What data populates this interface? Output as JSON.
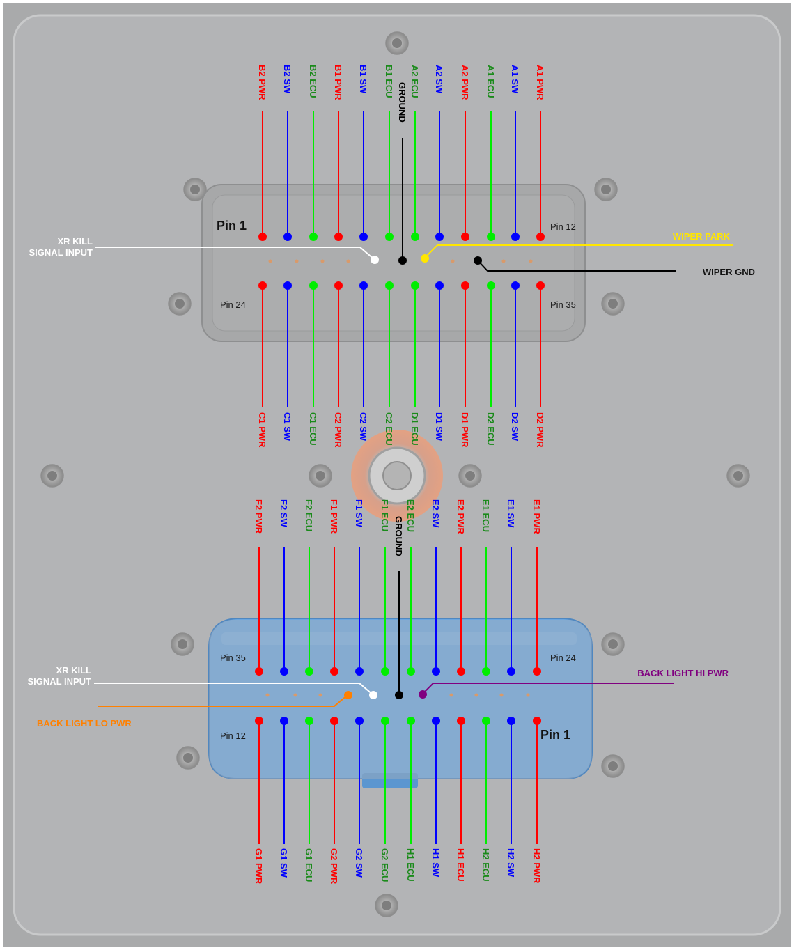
{
  "colors": {
    "pwr": "#ff0000",
    "sw": "#0000ff",
    "ecu": "#00ee00",
    "ecu_text": "#1a8a1a",
    "ground": "#000000",
    "signal": "#ffffff",
    "wiper_park": "#ffe600",
    "back_light_hi": "#800080",
    "back_light_lo": "#ff8000",
    "panel": "#a9aaab",
    "plate": "#b2b3b5",
    "connector_bottom": "#6aa6e0"
  },
  "top_connector": {
    "pin_first_label": "Pin 1",
    "pin_row1_end_label": "Pin 12",
    "pin_row3_start_label": "Pin 24",
    "pin_row3_end_label": "Pin 35",
    "top_wires": [
      {
        "label": "B2 PWR",
        "type": "pwr"
      },
      {
        "label": "B2 SW",
        "type": "sw"
      },
      {
        "label": "B2 ECU",
        "type": "ecu"
      },
      {
        "label": "B1 PWR",
        "type": "pwr"
      },
      {
        "label": "B1 SW",
        "type": "sw"
      },
      {
        "label": "B1 ECU",
        "type": "ecu"
      },
      {
        "label": "A2 ECU",
        "type": "ecu"
      },
      {
        "label": "A2 SW",
        "type": "sw"
      },
      {
        "label": "A2 PWR",
        "type": "pwr"
      },
      {
        "label": "A1 ECU",
        "type": "ecu"
      },
      {
        "label": "A1 SW",
        "type": "sw"
      },
      {
        "label": "A1 PWR",
        "type": "pwr"
      }
    ],
    "bottom_wires": [
      {
        "label": "C1 PWR",
        "type": "pwr"
      },
      {
        "label": "C1 SW",
        "type": "sw"
      },
      {
        "label": "C1 ECU",
        "type": "ecu"
      },
      {
        "label": "C2 PWR",
        "type": "pwr"
      },
      {
        "label": "C2 SW",
        "type": "sw"
      },
      {
        "label": "C2 ECU",
        "type": "ecu"
      },
      {
        "label": "D1 ECU",
        "type": "ecu"
      },
      {
        "label": "D1 SW",
        "type": "sw"
      },
      {
        "label": "D1 PWR",
        "type": "pwr"
      },
      {
        "label": "D2 ECU",
        "type": "ecu"
      },
      {
        "label": "D2 SW",
        "type": "sw"
      },
      {
        "label": "D2 PWR",
        "type": "pwr"
      }
    ],
    "ground_label": "GROUND",
    "xr_kill_label": [
      "XR KILL",
      "SIGNAL INPUT"
    ],
    "wiper_park_label": "WIPER PARK",
    "wiper_gnd_label": "WIPER GND"
  },
  "bottom_connector": {
    "pin_first_label": "Pin 1",
    "pin_row1_end_label": "Pin 24",
    "pin_row1_start_label": "Pin 35",
    "pin_row3_start_label": "Pin 12",
    "top_wires": [
      {
        "label": "F2 PWR",
        "type": "pwr"
      },
      {
        "label": "F2 SW",
        "type": "sw"
      },
      {
        "label": "F2 ECU",
        "type": "ecu"
      },
      {
        "label": "F1 PWR",
        "type": "pwr"
      },
      {
        "label": "F1 SW",
        "type": "sw"
      },
      {
        "label": "F1 ECU",
        "type": "ecu"
      },
      {
        "label": "E2 ECU",
        "type": "ecu"
      },
      {
        "label": "E2 SW",
        "type": "sw"
      },
      {
        "label": "E2 PWR",
        "type": "pwr"
      },
      {
        "label": "E1 ECU",
        "type": "ecu"
      },
      {
        "label": "E1 SW",
        "type": "sw"
      },
      {
        "label": "E1 PWR",
        "type": "pwr"
      }
    ],
    "bottom_wires": [
      {
        "label": "G1 PWR",
        "type": "pwr"
      },
      {
        "label": "G1 SW",
        "type": "sw"
      },
      {
        "label": "G1 ECU",
        "type": "ecu"
      },
      {
        "label": "G2 PWR",
        "type": "pwr"
      },
      {
        "label": "G2 SW",
        "type": "sw"
      },
      {
        "label": "G2 ECU",
        "type": "ecu"
      },
      {
        "label": "H1 ECU",
        "type": "ecu"
      },
      {
        "label": "H1 SW",
        "type": "sw"
      },
      {
        "label": "H1 ECU",
        "type": "pwr"
      },
      {
        "label": "H2 ECU",
        "type": "ecu"
      },
      {
        "label": "H2 SW",
        "type": "sw"
      },
      {
        "label": "H2 PWR",
        "type": "pwr"
      }
    ],
    "ground_label": "GROUND",
    "xr_kill_label": [
      "XR KILL",
      "SIGNAL INPUT"
    ],
    "back_light_hi_label": "BACK LIGHT HI PWR",
    "back_light_lo_label": "BACK LIGHT LO PWR"
  }
}
